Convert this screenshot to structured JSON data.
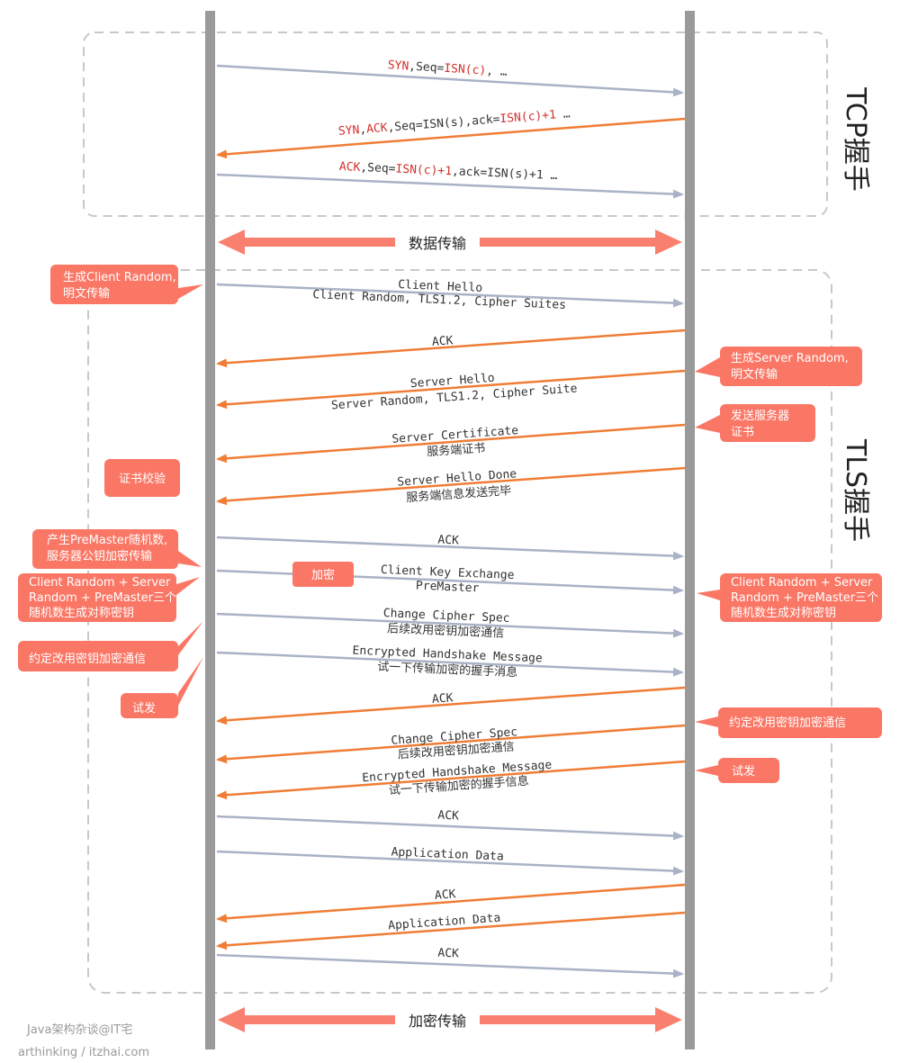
{
  "sections": {
    "tcp_title": "TCP握手",
    "tls_title": "TLS握手"
  },
  "colors": {
    "client_to_server": "#a9b2c6",
    "server_to_client": "#ef7d35",
    "callout": "#fa7766",
    "wide_arrow": "#f97f6e",
    "lifeline": "#9a9a9a",
    "red_text": "#d0302b"
  },
  "tcp_messages": [
    {
      "dir": "c2s",
      "parts": [
        {
          "t": "SYN",
          "red": true
        },
        {
          "t": ",Seq=",
          "red": false
        },
        {
          "t": "ISN(c)",
          "red": true
        },
        {
          "t": ", …",
          "red": false
        }
      ]
    },
    {
      "dir": "s2c",
      "parts": [
        {
          "t": "SYN",
          "red": true
        },
        {
          "t": ",",
          "red": false
        },
        {
          "t": "ACK",
          "red": true
        },
        {
          "t": ",Seq=ISN(s),ack=",
          "red": false
        },
        {
          "t": "ISN(c)+1",
          "red": true
        },
        {
          "t": " …",
          "red": false
        }
      ]
    },
    {
      "dir": "c2s",
      "parts": [
        {
          "t": "ACK",
          "red": true
        },
        {
          "t": ",Seq=",
          "red": false
        },
        {
          "t": "ISN(c)+1",
          "red": true
        },
        {
          "t": ",ack=ISN(s)+1 …",
          "red": false
        }
      ]
    }
  ],
  "data_transfer_label": "数据传输",
  "encrypted_transfer_label": "加密传输",
  "tls_messages": [
    {
      "dir": "c2s",
      "label": "Client Hello",
      "sub": "Client Random, TLS1.2, Cipher Suites"
    },
    {
      "dir": "s2c",
      "label": "ACK",
      "sub": ""
    },
    {
      "dir": "s2c",
      "label": "Server Hello",
      "sub": "Server Random, TLS1.2, Cipher Suite"
    },
    {
      "dir": "s2c",
      "label": "Server Certificate",
      "sub": "服务端证书"
    },
    {
      "dir": "s2c",
      "label": "Server Hello Done",
      "sub": "服务端信息发送完毕"
    },
    {
      "dir": "c2s",
      "label": "ACK",
      "sub": ""
    },
    {
      "dir": "c2s",
      "label": "Client Key Exchange",
      "sub": "PreMaster"
    },
    {
      "dir": "c2s",
      "label": "Change Cipher Spec",
      "sub": "后续改用密钥加密通信"
    },
    {
      "dir": "c2s",
      "label": "Encrypted Handshake Message",
      "sub": "试一下传输加密的握手消息"
    },
    {
      "dir": "s2c",
      "label": "ACK",
      "sub": ""
    },
    {
      "dir": "s2c",
      "label": "Change Cipher Spec",
      "sub": "后续改用密钥加密通信"
    },
    {
      "dir": "s2c",
      "label": "Encrypted Handshake Message",
      "sub": "试一下传输加密的握手信息"
    },
    {
      "dir": "c2s",
      "label": "ACK",
      "sub": ""
    },
    {
      "dir": "c2s",
      "label": "Application Data",
      "sub": ""
    },
    {
      "dir": "s2c",
      "label": "ACK",
      "sub": ""
    },
    {
      "dir": "s2c",
      "label": "Application Data",
      "sub": ""
    },
    {
      "dir": "c2s",
      "label": "ACK",
      "sub": ""
    }
  ],
  "callouts": [
    {
      "side": "left",
      "lines": [
        "生成Client Random,",
        "明文传输"
      ]
    },
    {
      "side": "right",
      "lines": [
        "生成Server Random,",
        "明文传输"
      ]
    },
    {
      "side": "right",
      "lines": [
        "发送服务器",
        "证书"
      ]
    },
    {
      "side": "left",
      "lines": [
        "证书校验"
      ]
    },
    {
      "side": "left",
      "lines": [
        "产生PreMaster随机数,",
        "服务器公钥加密传输"
      ]
    },
    {
      "side": "left",
      "lines": [
        "Client Random + Server",
        "Random + PreMaster三个",
        "随机数生成对称密钥"
      ]
    },
    {
      "side": "inline",
      "lines": [
        "加密"
      ]
    },
    {
      "side": "right",
      "lines": [
        "Client Random + Server",
        "Random + PreMaster三个",
        "随机数生成对称密钥"
      ]
    },
    {
      "side": "left",
      "lines": [
        "约定改用密钥加密通信"
      ]
    },
    {
      "side": "left",
      "lines": [
        "试发"
      ]
    },
    {
      "side": "right",
      "lines": [
        "约定改用密钥加密通信"
      ]
    },
    {
      "side": "right",
      "lines": [
        "试发"
      ]
    }
  ],
  "footer": {
    "line1": "Java架构杂谈@IT宅",
    "line2": "arthinking / itzhai.com"
  }
}
